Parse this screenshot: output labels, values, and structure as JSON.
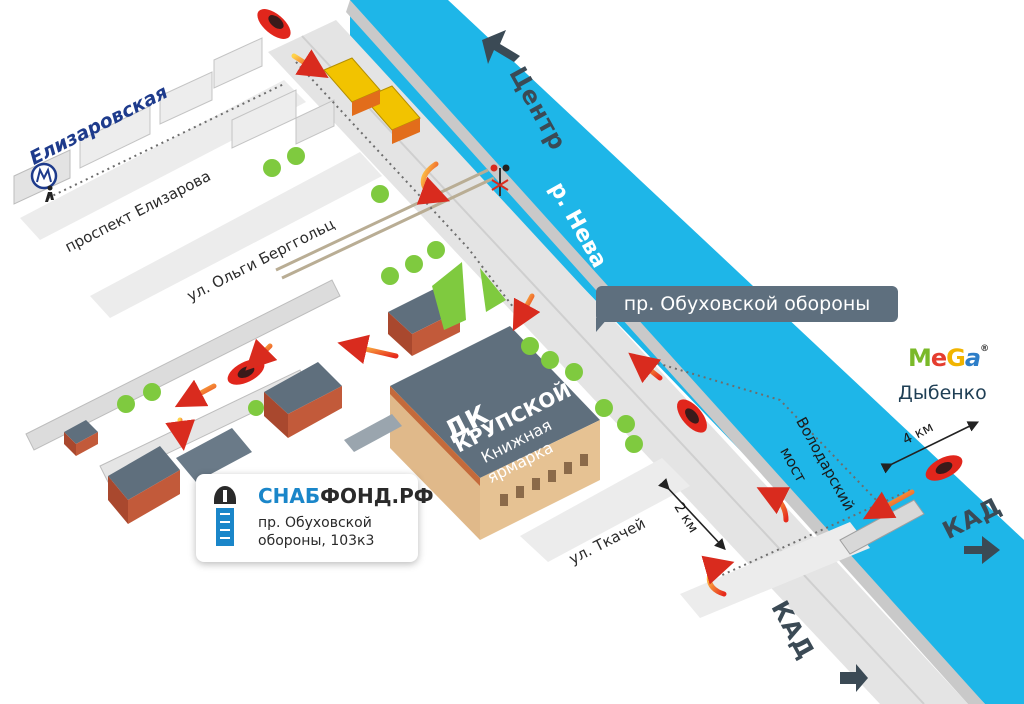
{
  "streets": {
    "elizarov": "проспект Елизарова",
    "berggolts": "ул. Ольги Берггольц",
    "tkachey": "ул. Ткачей"
  },
  "metro": {
    "name": "Елизаровская"
  },
  "river": {
    "name": "р. Нева"
  },
  "bridge": {
    "name_line1": "Володарский",
    "name_line2": "мост"
  },
  "directions": {
    "center": "Центр",
    "kad_south": "КАД",
    "kad_east": "КАД"
  },
  "avenue_callout": "пр. Обуховской обороны",
  "dk": {
    "line1": "ДК",
    "line2": "КРУПСКОЙ",
    "line3": "Книжная",
    "line4": "ярмарка"
  },
  "store": {
    "name_part1": "СНАБ",
    "name_part2": "ФОНД.РФ",
    "address_line1": "пр. Обуховской",
    "address_line2": "обороны, 103к3"
  },
  "mall": {
    "logo_letters": [
      "M",
      "e",
      "G",
      "a"
    ],
    "registered": "®",
    "name": "Дыбенко"
  },
  "distances": {
    "to_kad": "2 км",
    "to_mega": "4 км"
  },
  "colors": {
    "river": "#1eb6e8",
    "road": "#e6e6e6",
    "building_roof": "#5f6f7d",
    "building_wall": "#b85a3c",
    "tree": "#7fca3f",
    "route_arrow": "#d92b1e",
    "car": "#e1261c",
    "tram": "#f2c300",
    "store_blue": "#1a86c9",
    "callout": "#5e6f7e"
  }
}
